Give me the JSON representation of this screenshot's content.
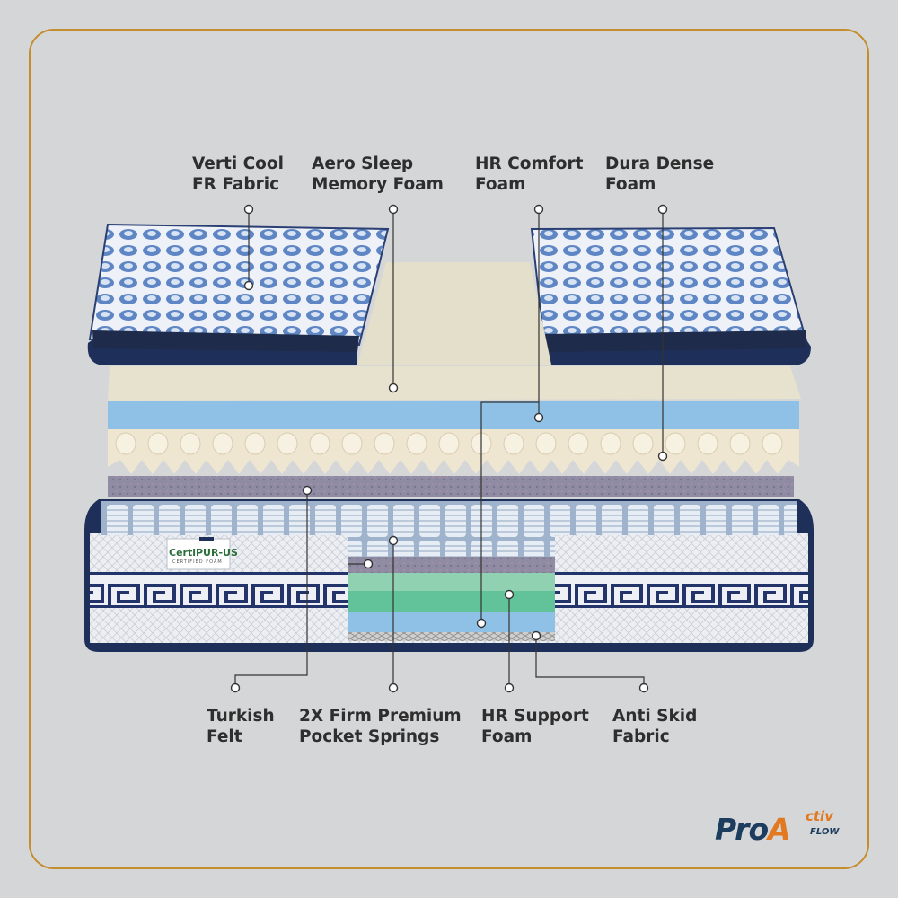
{
  "labels": {
    "verti_cool": [
      "Verti Cool",
      "FR Fabric"
    ],
    "aero_sleep": [
      "Aero Sleep",
      "Memory Foam"
    ],
    "hr_comfort": [
      "HR Comfort",
      "Foam"
    ],
    "dura_dense": [
      "Dura Dense",
      "Foam"
    ],
    "turkish_felt": [
      "Turkish",
      "Felt"
    ],
    "pocket_springs": [
      "2X Firm Premium",
      "Pocket Springs"
    ],
    "hr_support": [
      "HR Support",
      "Foam"
    ],
    "anti_skid": [
      "Anti Skid",
      "Fabric"
    ]
  },
  "certification": {
    "name": "CertiPUR-US",
    "sub": "CERTIFIED FOAM"
  },
  "brand": {
    "pro": "Pro",
    "a": "A",
    "activ": "ctiv",
    "flow": "FLOW"
  },
  "colors": {
    "border": "#c48d2e",
    "background": "#d5d6d8",
    "navy": "#1e2f5a",
    "accent": "#e2781f"
  }
}
